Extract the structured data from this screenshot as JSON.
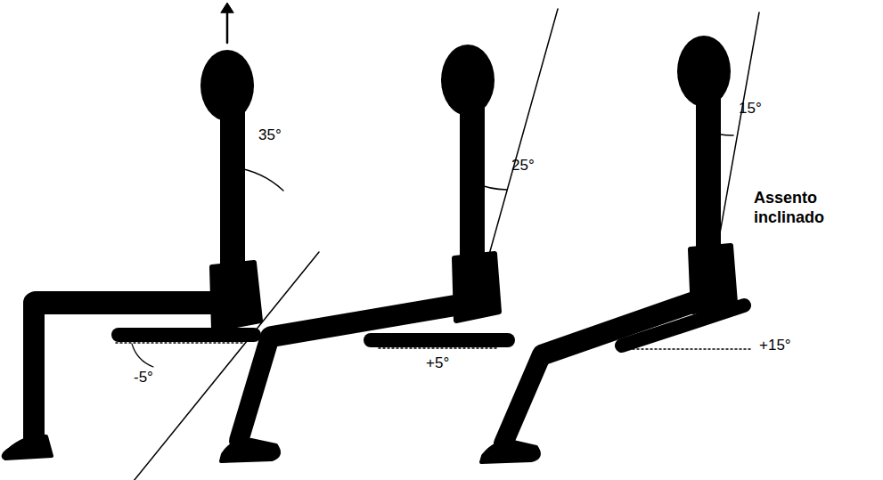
{
  "diagram": {
    "labels": [
      "35°",
      "25°",
      "15°",
      "Assento inclinado",
      "-5°",
      "+5°",
      "+15°"
    ]
  }
}
